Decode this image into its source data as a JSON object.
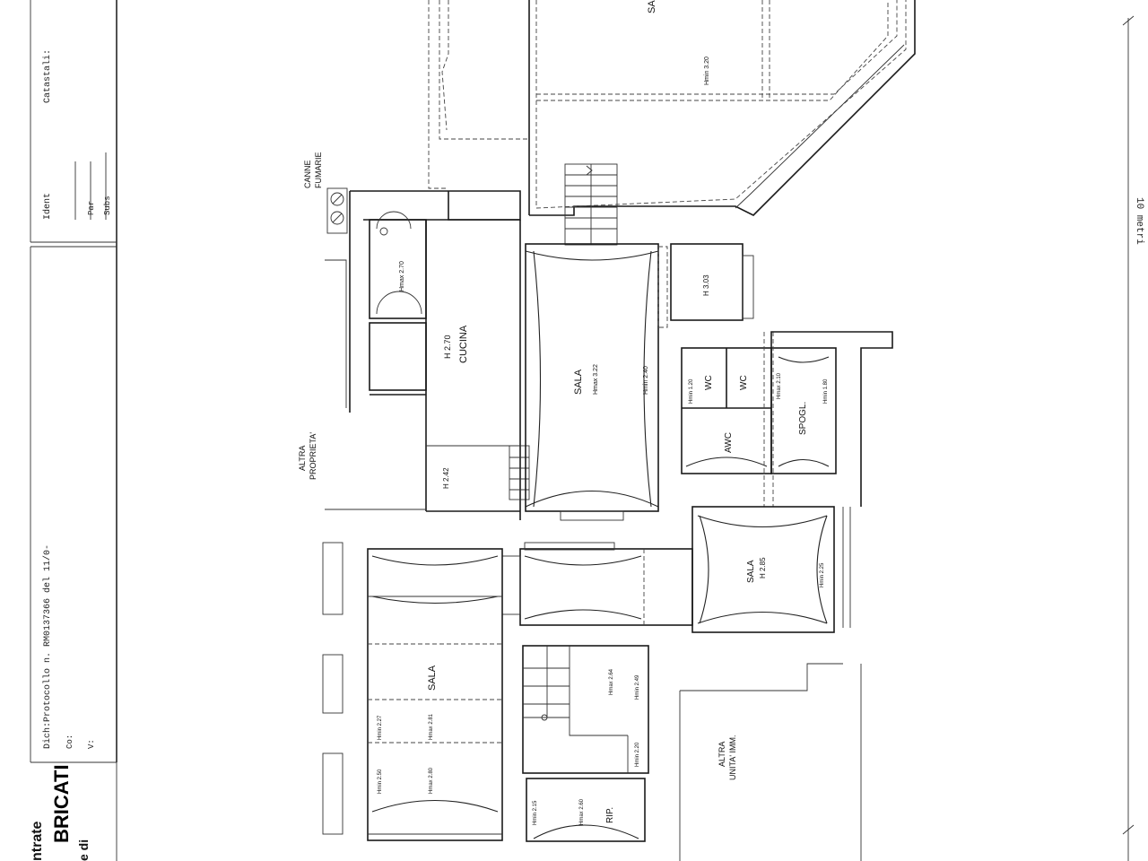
{
  "header": {
    "ident": "Ident",
    "catasto": "Catastali:",
    "par": "Par",
    "subs": "Subs",
    "dich": "Dich:",
    "protocol": "Protocollo n.   RM0137366 del   11/0-",
    "com": "Co:",
    "via": "V:",
    "entrate": "ntrate",
    "fabbricati": "BRICATI",
    "comune": "e di"
  },
  "annotations": {
    "canne": "CANNE",
    "fumarie": "FUMARIE",
    "altra_proprieta_1": "ALTRA",
    "altra_proprieta_2": "PROPRIETA'",
    "altra_unita_1": "ALTRA",
    "altra_unita_2": "UNITA' IMM.",
    "scale": "10 metri"
  },
  "rooms": {
    "cucina": "CUCINA",
    "cucina_h": "H 2.70",
    "cucina_small_h": "H 2.42",
    "corner_h": "Hmax 2.70",
    "sala_main": "SALA",
    "sala_main_h": "Hmax 3.22",
    "sala_main_h2": "Hmin 2.40",
    "room_h303": "H 3.03",
    "wc1": "WC",
    "wc1_h": "Hmin 1.20",
    "wc2": "WC",
    "wc2_h": "Hmax 2.10",
    "awc": "AWC",
    "spogl": "SPOGL.",
    "spogl_h": "Hmin 1.80",
    "sala_right": "SALA",
    "sala_right_h": "H 2.85",
    "sala_right_h2": "Hmin 2.25",
    "sala_left": "SALA",
    "sala_left_h1": "Hmin 2.27",
    "sala_left_h2": "Hmax 2.81",
    "sala_left_h3": "Hmin 2.50",
    "sala_left_h4": "Hmax 2.80",
    "rip": "RIP.",
    "rip_h1": "Hmin 2.15",
    "rip_h2": "Hmax 2.60",
    "stair_h1": "Hmax 2.64",
    "stair_h2": "Hmin 2.49",
    "stair_h3": "Hmin 2.20",
    "top_room": "SA",
    "top_h": "Hmin 3.20"
  }
}
